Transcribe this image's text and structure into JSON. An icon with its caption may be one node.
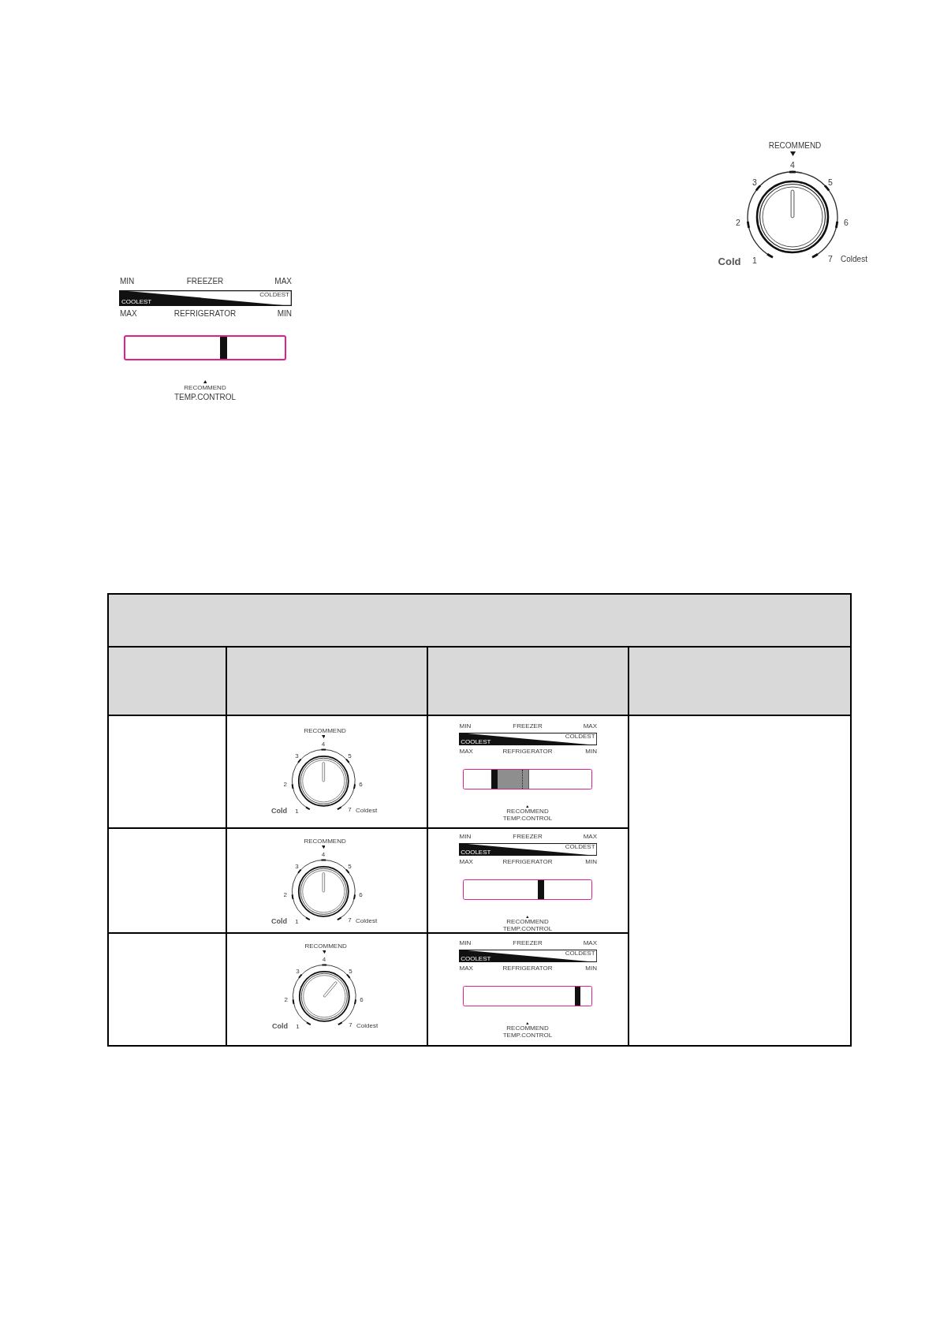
{
  "diagram": {
    "labels": [
      "RECOMMEND",
      "4",
      "3",
      "5",
      "2",
      "6",
      "Cold",
      "1",
      "7",
      "Coldest",
      "MIN",
      "FREEZER",
      "MAX",
      "COLDEST",
      "COOLEST",
      "MAX",
      "REFRIGERATOR",
      "MIN",
      "RECOMMEND",
      "TEMP.CONTROL",
      "RECOMMEND",
      "4",
      "3",
      "5",
      "2",
      "6",
      "Cold",
      "1",
      "7",
      "Coldest",
      "MIN",
      "FREEZER",
      "MAX",
      "COLDEST",
      "COOLEST",
      "MAX",
      "REFRIGERATOR",
      "MIN",
      "RECOMMEND",
      "TEMP.CONTROL",
      "RECOMMEND",
      "4",
      "3",
      "5",
      "2",
      "6",
      "Cold",
      "1",
      "7",
      "Coldest",
      "MIN",
      "FREEZER",
      "MAX",
      "COLDEST",
      "COOLEST",
      "MAX",
      "REFRIGERATOR",
      "MIN",
      "RECOMMEND",
      "TEMP.CONTROL",
      "RECOMMEND",
      "4",
      "3",
      "5",
      "2",
      "6",
      "Cold",
      "1",
      "7",
      "Coldest",
      "MIN",
      "FREEZER",
      "MAX",
      "COLDEST",
      "COOLEST",
      "MAX",
      "REFRIGERATOR",
      "MIN",
      "RECOMMEND",
      "TEMP.CONTROL"
    ]
  }
}
